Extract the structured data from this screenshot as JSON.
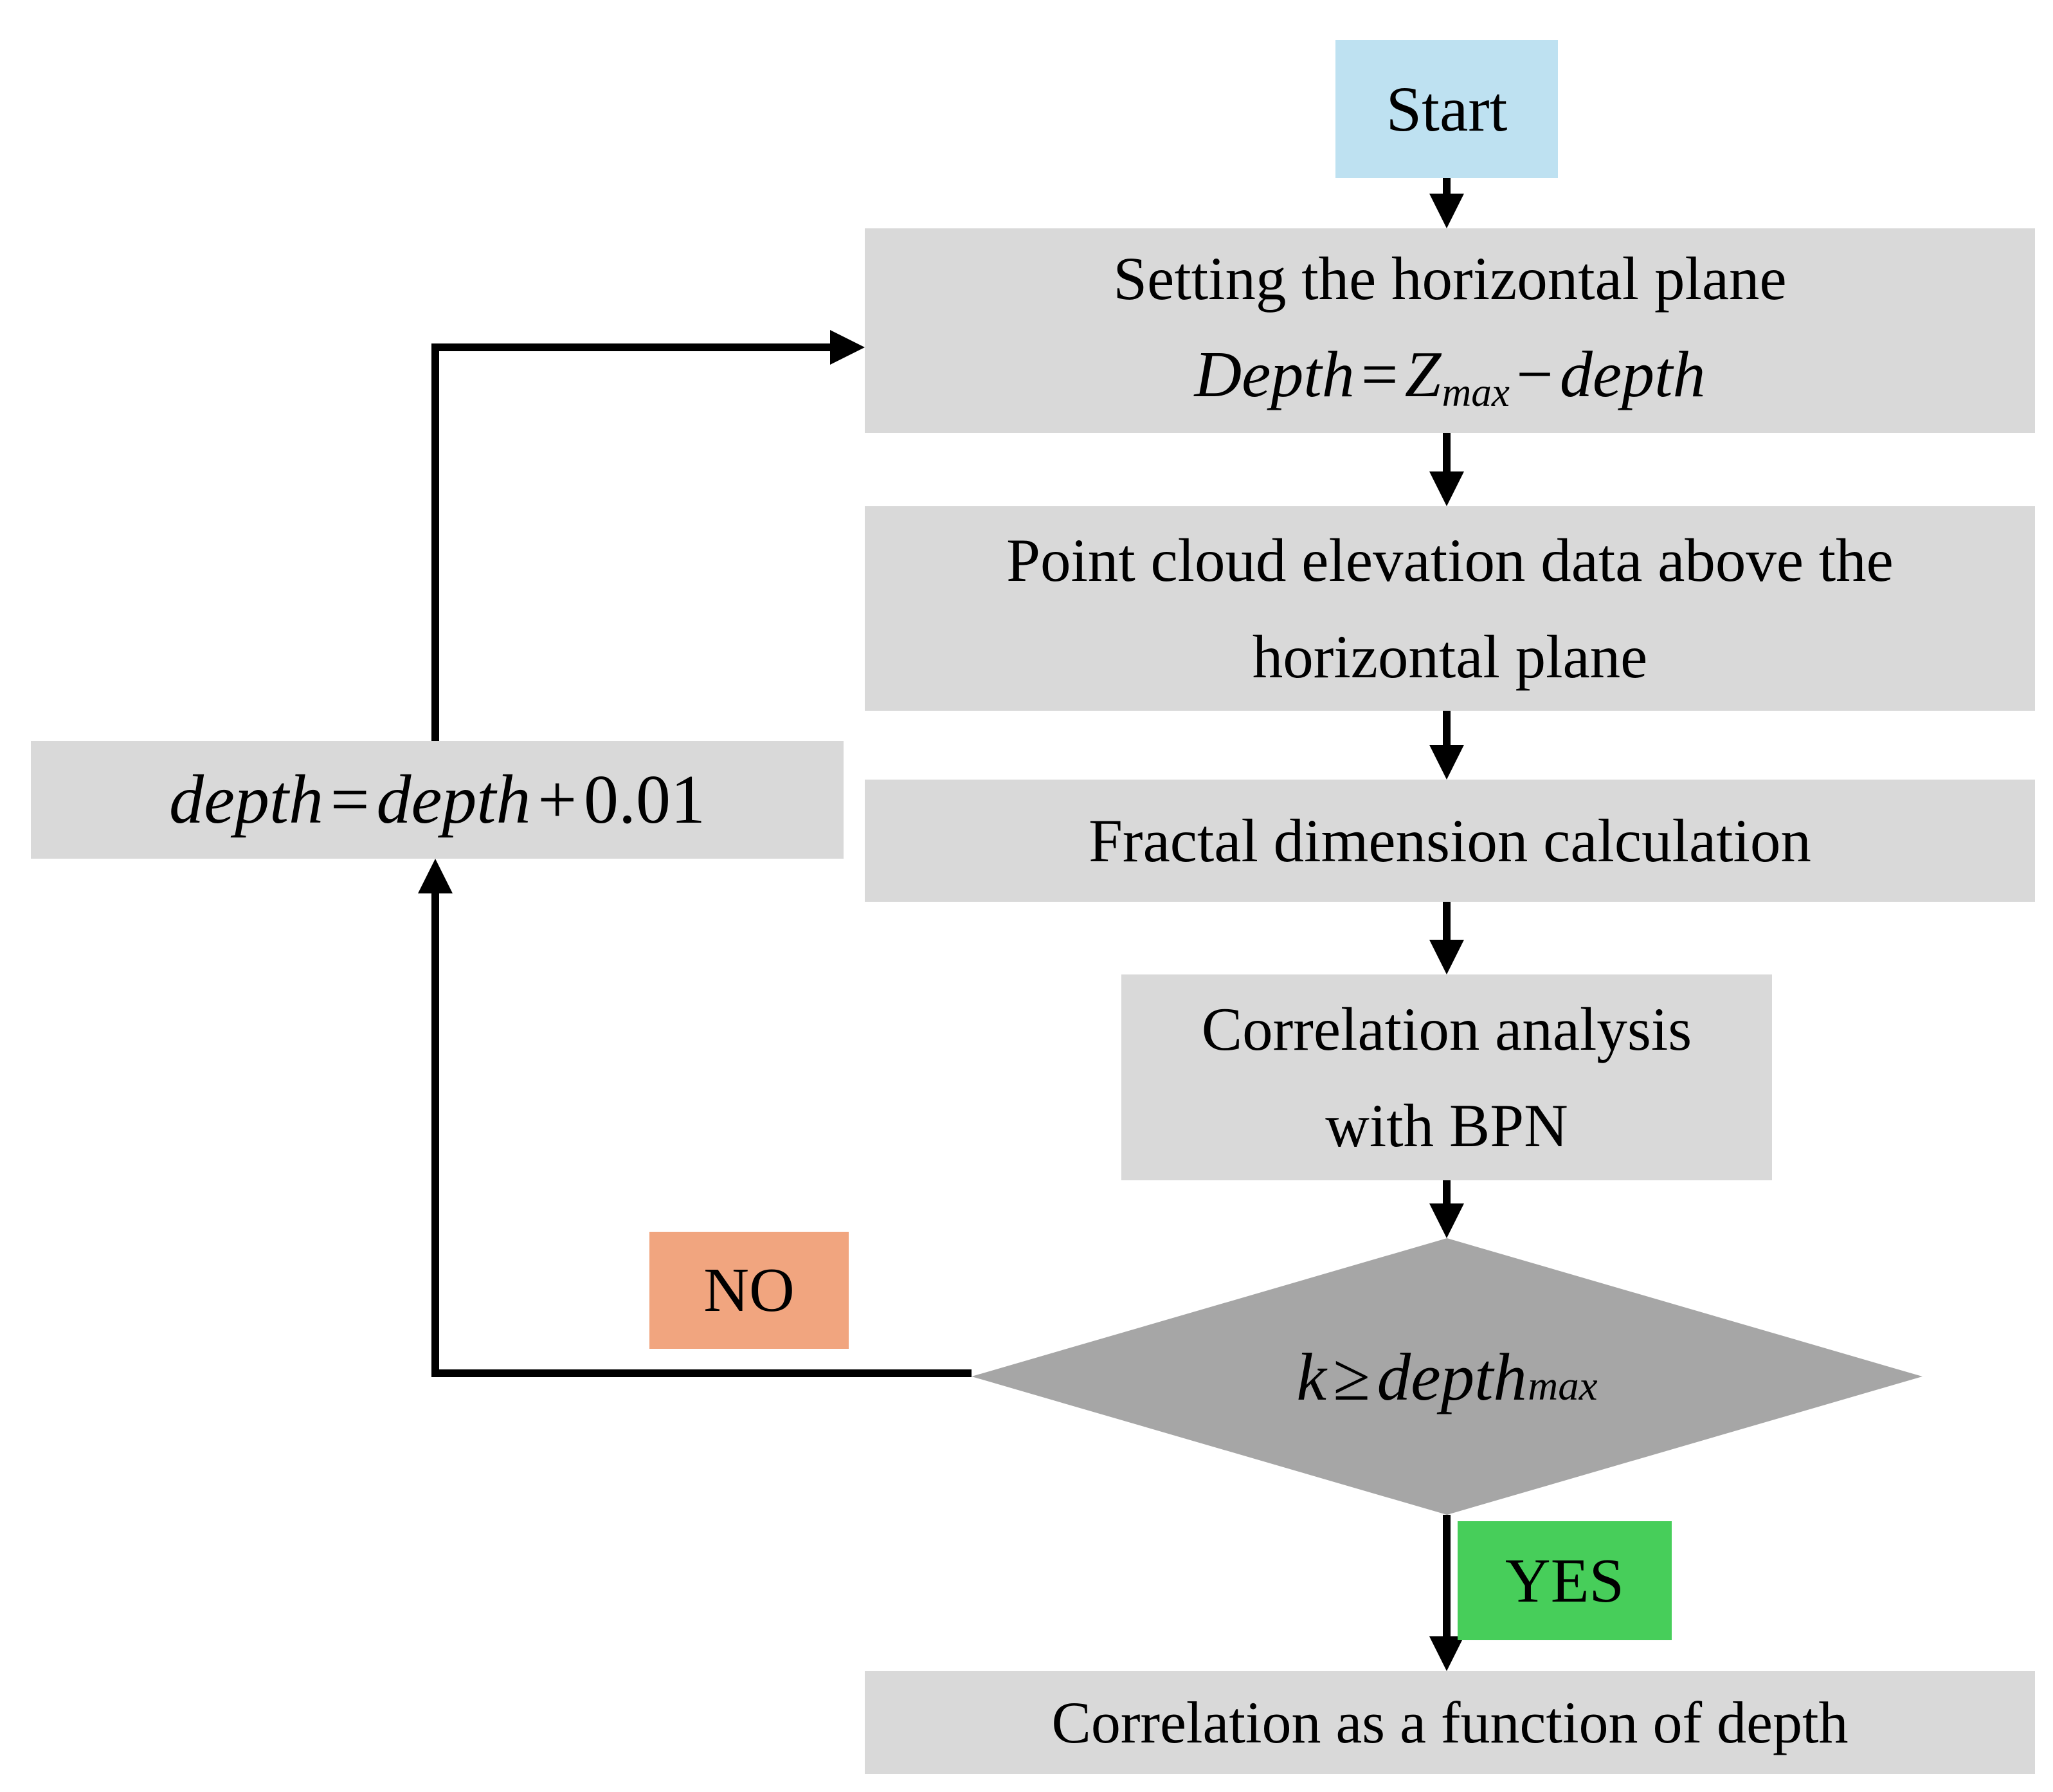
{
  "colors": {
    "background": "#ffffff",
    "process_fill": "#d9d9d9",
    "decision_fill": "#a6a6a6",
    "start_fill": "#bee1f1",
    "yes_fill": "#47ce5a",
    "no_fill": "#f1a57f",
    "line": "#000000",
    "text": "#000000"
  },
  "flow": {
    "start": {
      "label": "Start"
    },
    "set_plane": {
      "title": "Setting the horizontal plane",
      "formula": {
        "lhs": "Depth",
        "eq": "=",
        "var": "Z",
        "sub": "max",
        "op": "−",
        "rhs": "depth"
      }
    },
    "point_cloud": {
      "line1": "Point cloud elevation data above the",
      "line2": "horizontal plane"
    },
    "fractal": {
      "label": "Fractal dimension calculation"
    },
    "correlation": {
      "line1": "Correlation analysis",
      "line2": "with BPN"
    },
    "decision": {
      "lhs": "k",
      "op": "≥",
      "rhs": "depth",
      "sub": "max"
    },
    "yes": {
      "label": "YES"
    },
    "no": {
      "label": "NO"
    },
    "increment": {
      "lhs": "depth",
      "eq": "=",
      "rhs": "depth",
      "op": "+",
      "value": "0.01"
    },
    "result": {
      "label": "Correlation as a function of depth"
    }
  }
}
